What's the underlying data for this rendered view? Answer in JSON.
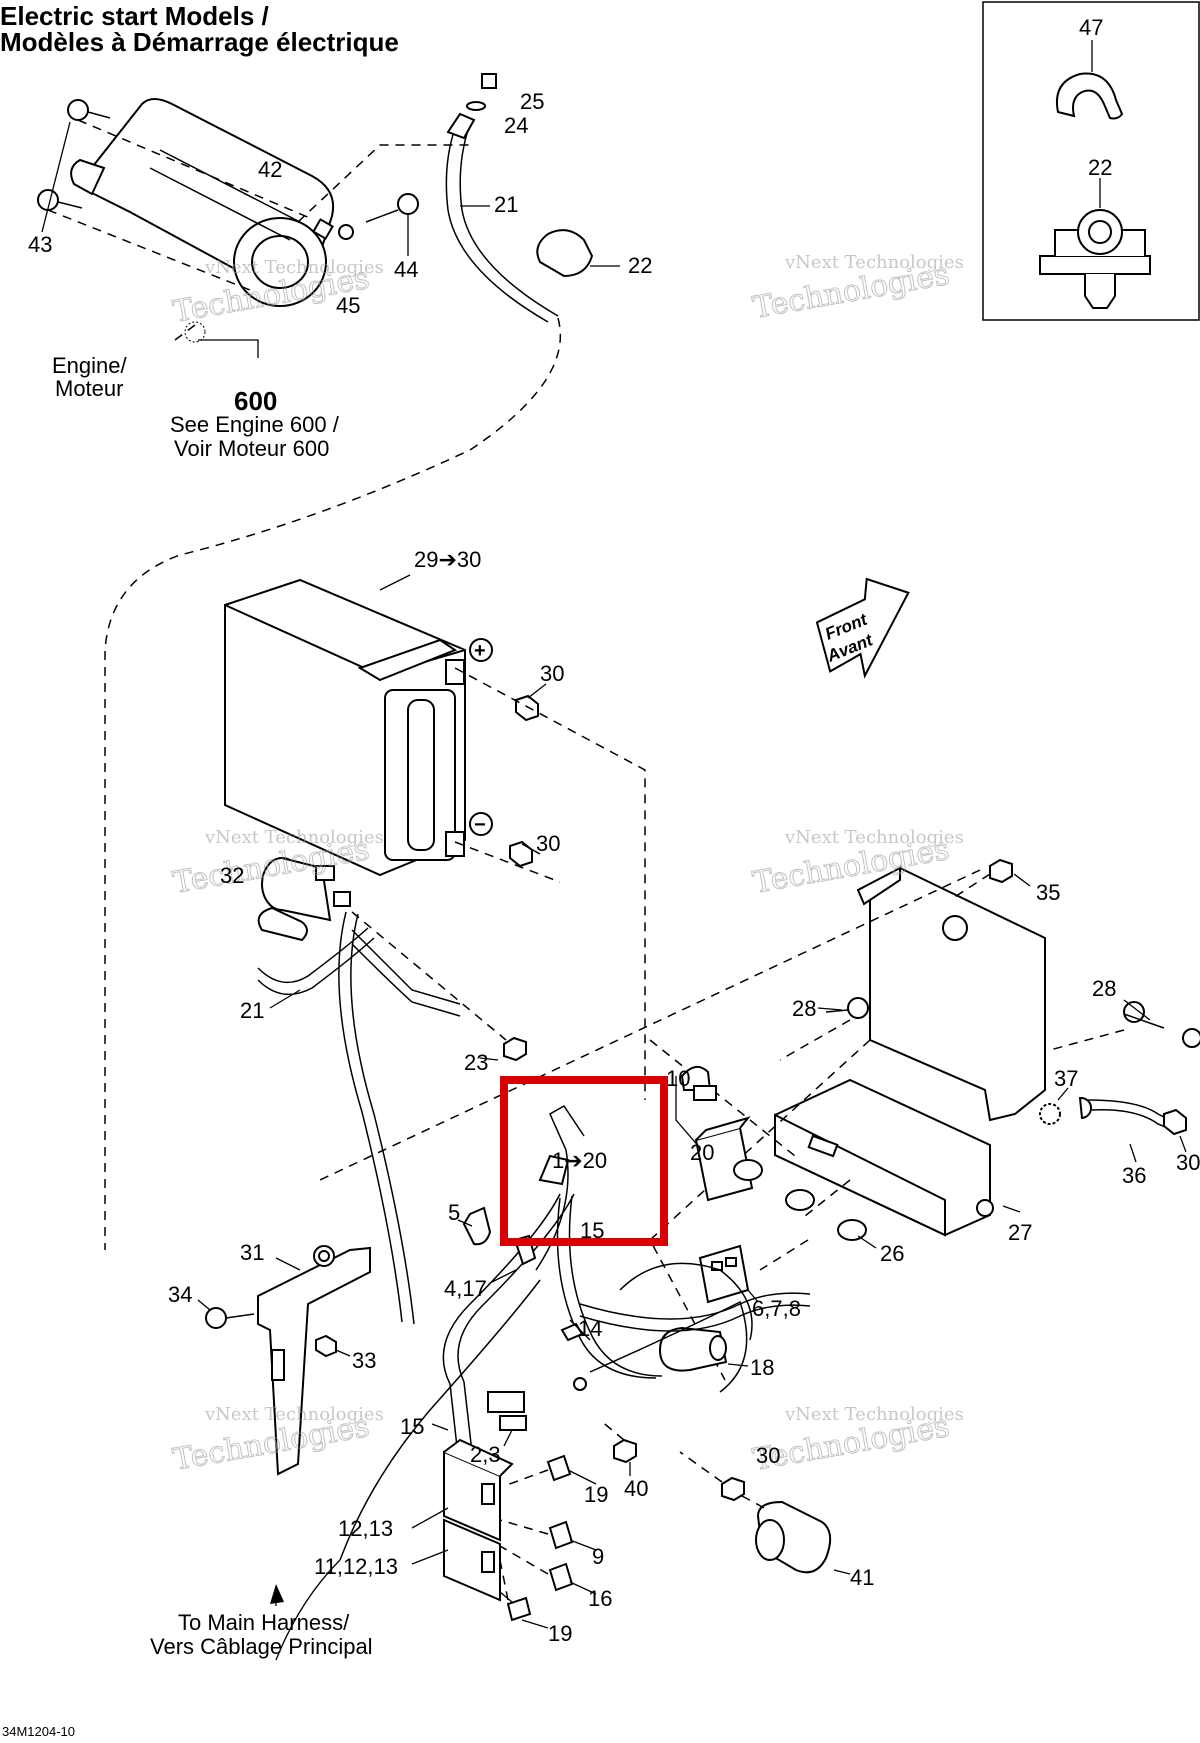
{
  "title_line1": "Electric start Models /",
  "title_line2": "Modèles à Démarrage électrique",
  "engine_note": {
    "line1": "Engine/",
    "line2": "Moteur",
    "number": "600",
    "see1": "See Engine 600 /",
    "see2": "Voir Moteur 600"
  },
  "harness_note": {
    "line1": "To Main Harness/",
    "line2": "Vers Câblage Principal"
  },
  "front_arrow": {
    "line1": "Front",
    "line2": "Avant"
  },
  "battery_pos": "+",
  "battery_neg": "−",
  "watermark": {
    "line1": "vNext Technologies",
    "line2": "Technologies"
  },
  "drawing_code": "34M1204-10",
  "highlight_color": "#d80000",
  "callouts": {
    "c47": "47",
    "c22a": "22",
    "c25": "25",
    "c24": "24",
    "c42": "42",
    "c21a": "21",
    "c22b": "22",
    "c43": "43",
    "c44": "44",
    "c45": "45",
    "c29": "29➔30",
    "c30a": "30",
    "c30b": "30",
    "c32": "32",
    "c35": "35",
    "c21b": "21",
    "c28a": "28",
    "c28b": "28",
    "c23": "23",
    "c10": "10",
    "c37": "37",
    "c1_20": "1➔20",
    "c20": "20",
    "c15a": "15",
    "c36": "36",
    "c30c": "30",
    "c27": "27",
    "c5": "5",
    "c26": "26",
    "c31": "31",
    "c4_17": "4,17",
    "c6_7_8": "6,7,8",
    "c34": "34",
    "c14": "14",
    "c18": "18",
    "c33": "33",
    "c15b": "15",
    "c2_3": "2,3",
    "c30d": "30",
    "c19a": "19",
    "c40": "40",
    "c12_13": "12,13",
    "c9": "9",
    "c41": "41",
    "c11_12_13": "11,12,13",
    "c16": "16",
    "c19b": "19"
  }
}
